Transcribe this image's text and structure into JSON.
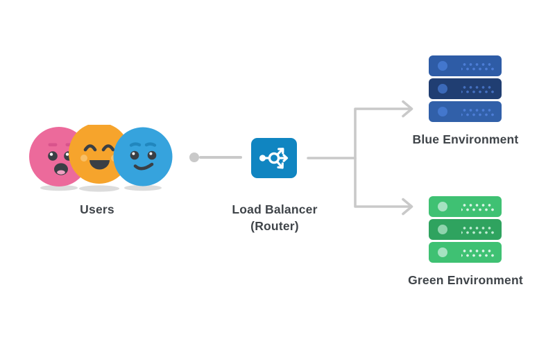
{
  "diagram": {
    "background_color": "#ffffff",
    "connector_color": "#c9c9c9",
    "text_color": "#3f4449",
    "nodes": {
      "users": {
        "label": "Users",
        "icon": "user-faces-icon",
        "faces": [
          {
            "name": "worried-face",
            "color": "#ec6a9b"
          },
          {
            "name": "happy-face",
            "color": "#f6a42c"
          },
          {
            "name": "smirking-face",
            "color": "#36a3dd"
          }
        ]
      },
      "load_balancer": {
        "label_line1": "Load Balancer",
        "label_line2": "(Router)",
        "icon": "share-arrows-icon",
        "box_color": "#1085c1"
      },
      "blue_environment": {
        "label": "Blue Environment",
        "icon": "server-stack-icon",
        "server_count": 3,
        "row_color": "#2e5ca6",
        "row_highlight_color": "#203e72"
      },
      "green_environment": {
        "label": "Green Environment",
        "icon": "server-stack-icon",
        "server_count": 3,
        "row_color": "#3fc173",
        "row_highlight_color": "#2fa35f"
      }
    },
    "connections": [
      {
        "from": "users",
        "to": "load_balancer",
        "style": "line-with-dot"
      },
      {
        "from": "load_balancer",
        "to": "blue_environment",
        "style": "arrow"
      },
      {
        "from": "load_balancer",
        "to": "green_environment",
        "style": "arrow"
      }
    ]
  }
}
